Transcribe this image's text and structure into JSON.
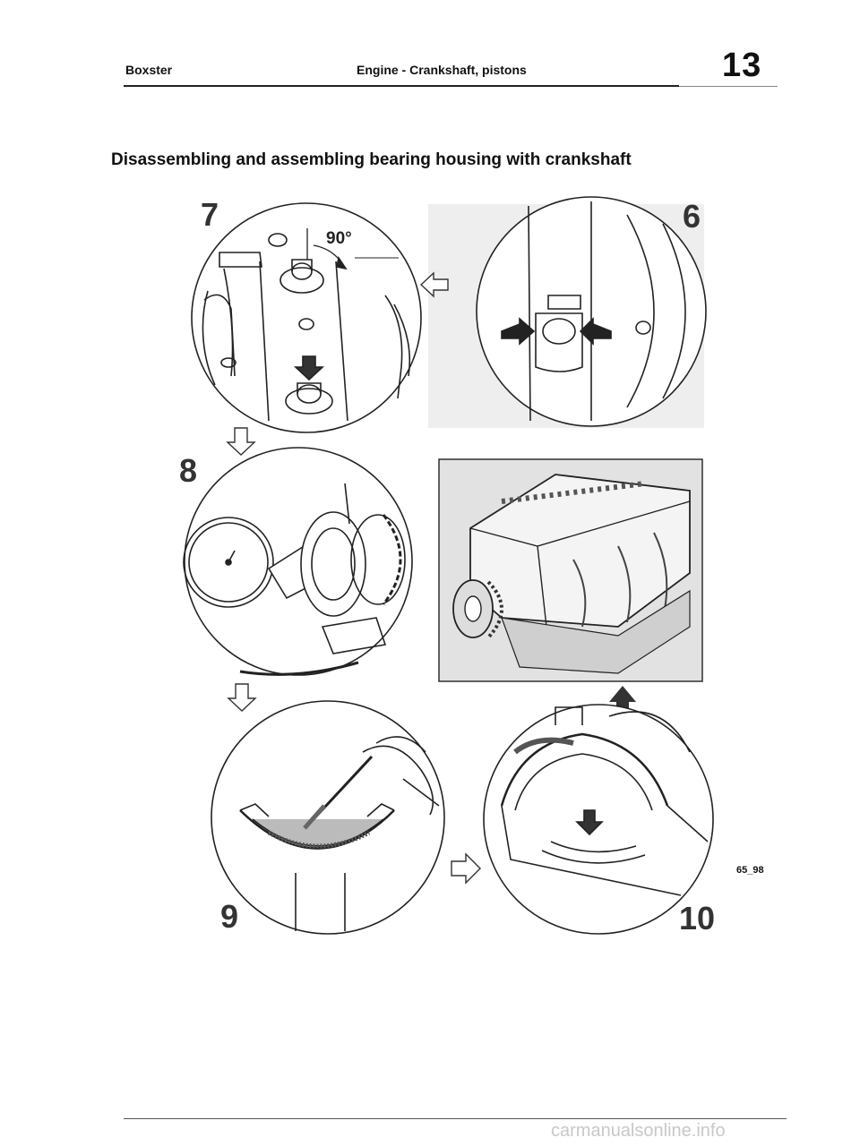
{
  "header": {
    "left": "Boxster",
    "center": "Engine - Crankshaft, pistons",
    "section_number": "13"
  },
  "title": "Disassembling and assembling bearing housing with crankshaft",
  "figure": {
    "step_labels": [
      "7",
      "6",
      "8",
      "9",
      "10"
    ],
    "angle_label": "90°",
    "code": "65_98"
  },
  "watermark": "carmanualsonline.info"
}
